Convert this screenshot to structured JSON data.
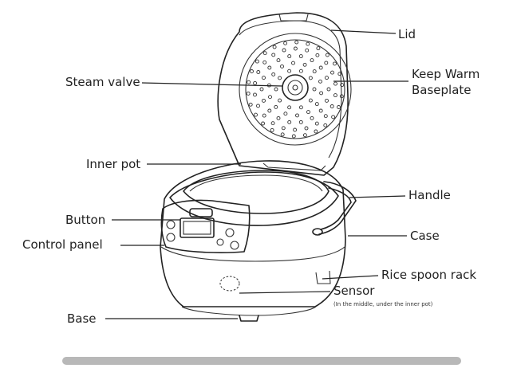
{
  "labels": {
    "lid": "Lid",
    "keep_warm": "Keep Warm",
    "baseplate": "Baseplate",
    "steam_valve": "Steam valve",
    "inner_pot": "Inner pot",
    "handle": "Handle",
    "button": "Button",
    "case": "Case",
    "control_panel": "Control panel",
    "rice_spoon_rack": "Rice spoon rack",
    "sensor": "Sensor",
    "sensor_note": "(In the middle, under the inner pot)",
    "base": "Base"
  },
  "colors": {
    "line": "#222222",
    "bar": "#b8b8b8"
  }
}
